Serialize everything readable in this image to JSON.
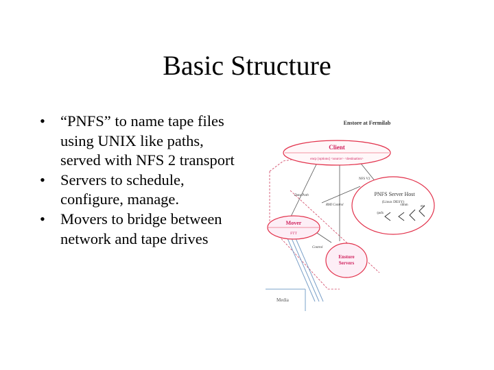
{
  "title": "Basic Structure",
  "bullets": [
    {
      "marker": "•",
      "text": "“PNFS” to name tape files using UNIX like paths, served with NFS 2 transport"
    },
    {
      "marker": "•",
      "text": "Servers to schedule, configure, manage."
    },
    {
      "marker": "•",
      "text": "Movers to bridge between network and tape drives"
    }
  ],
  "diagram": {
    "heading": "Enstore at Fermilab",
    "client": {
      "label": "Client",
      "sub": "encp [options] <source> <destination>"
    },
    "pnfs": {
      "label": "PNFS Server Host",
      "sub": "(Linux DESY)",
      "items": [
        "/pnfs",
        "/dmm",
        "etc"
      ]
    },
    "mover": {
      "label": "Mover",
      "sub": "FTT"
    },
    "enstore_servers": {
      "line1": "Enstore",
      "line2": "Servers"
    },
    "media": "Media",
    "links": {
      "nfs": "NFS V2",
      "data_path": "Data Path",
      "rmi": "RMI Control",
      "control": "Control"
    },
    "colors": {
      "ellipse_stroke": "#e2304a",
      "label_red": "#d0205c",
      "mover_fill": "#fdeef6",
      "line": "#555555",
      "blue": "#7aa0c8"
    }
  }
}
